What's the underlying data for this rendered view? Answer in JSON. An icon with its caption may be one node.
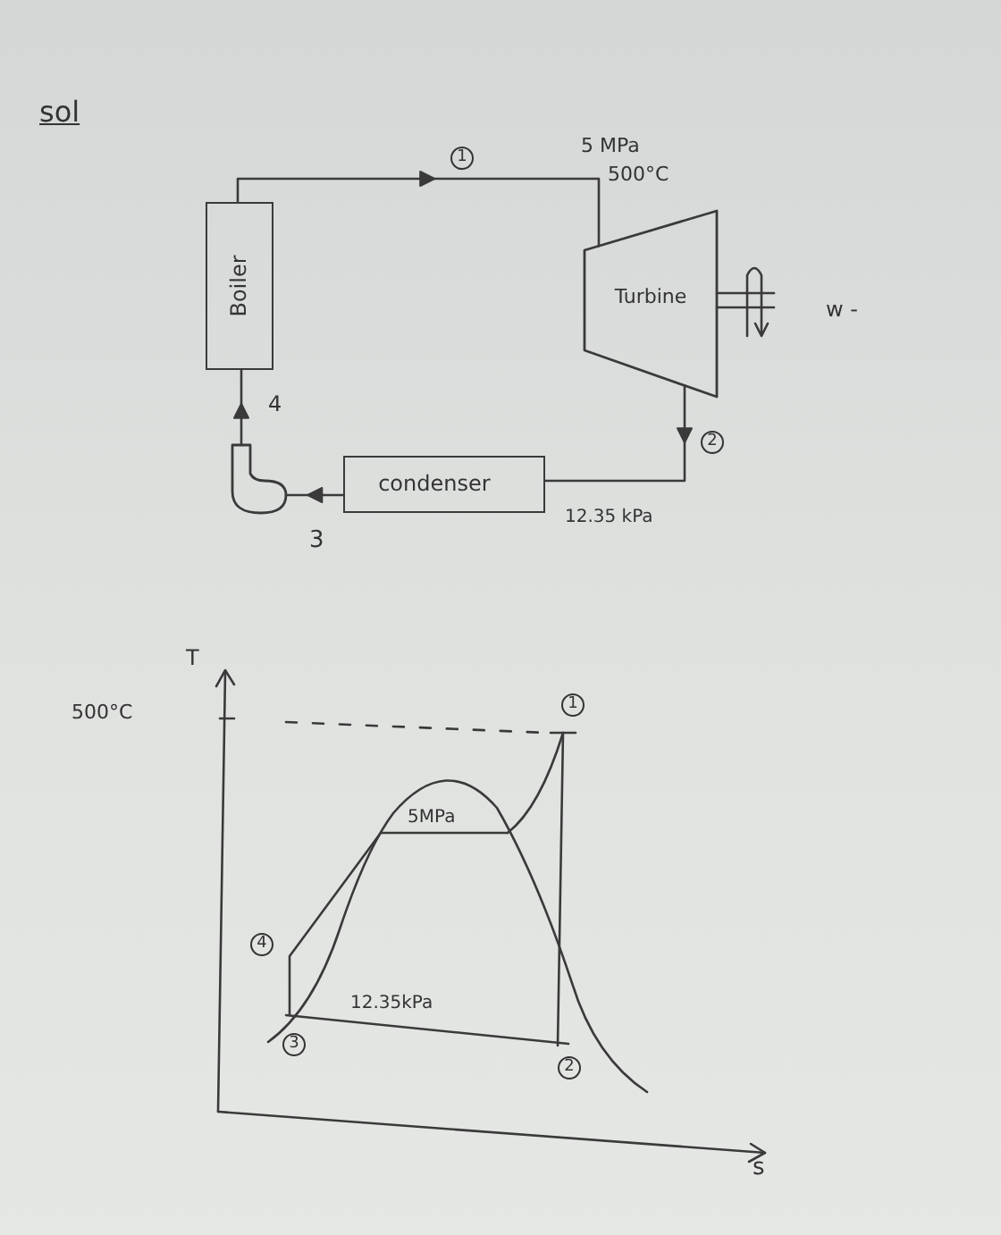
{
  "diagram": {
    "nodes": [
      {
        "text": [
          "Boiler"
        ]
      },
      {
        "text": [
          "Turbine"
        ]
      },
      {
        "text": [
          "condenser"
        ]
      },
      {
        "text": [],
        "shape": "pump"
      }
    ],
    "edges": [
      {
        "from": 0,
        "to": 1,
        "arrow": "to"
      },
      {
        "from": 1,
        "to": 2,
        "arrow": "to"
      },
      {
        "from": 2,
        "to": 3,
        "arrow": "to"
      },
      {
        "from": 3,
        "to": 0,
        "arrow": "to"
      }
    ],
    "labels": [
      "sol",
      "1",
      "5 MPa",
      "500°C",
      "w -",
      "4",
      "2",
      "12.35 kPa",
      "3",
      "T",
      "500°C",
      "1",
      "5MPa",
      "4",
      "12.35kPa",
      "3",
      "2",
      "s"
    ]
  }
}
